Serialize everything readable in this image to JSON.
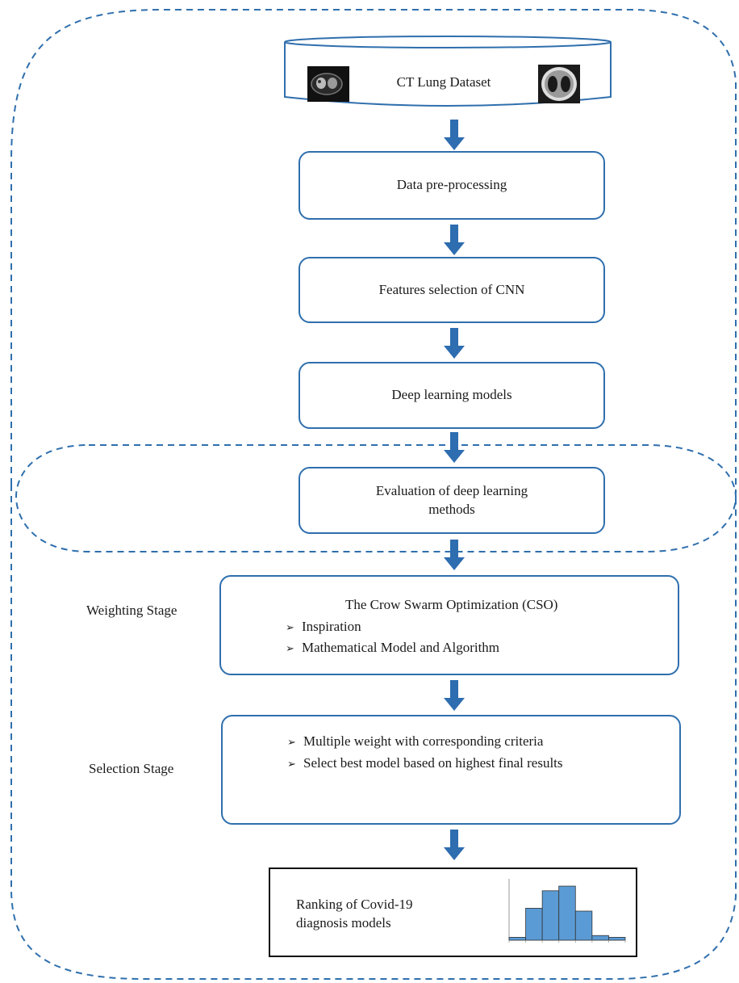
{
  "dataset": {
    "label": "CT Lung Dataset",
    "thumb_left_icon": "ct-scan-thumbnail-icon",
    "thumb_right_icon": "ct-lung-thumbnail-icon"
  },
  "steps": {
    "preprocessing": "Data pre-processing",
    "features": "Features selection of CNN",
    "deep_learning": "Deep learning models",
    "evaluation_line1": "Evaluation of deep learning",
    "evaluation_line2": "methods"
  },
  "weighting": {
    "stage_label": "Weighting Stage",
    "title": "The Crow Swarm Optimization (CSO)",
    "bullets": [
      "Inspiration",
      "Mathematical Model and Algorithm"
    ]
  },
  "selection": {
    "stage_label": "Selection Stage",
    "bullets": [
      "Multiple weight with corresponding criteria",
      "Select best model based on highest final results"
    ]
  },
  "ranking": {
    "line1": "Ranking of Covid-19",
    "line2": "diagnosis models",
    "histogram_icon": "histogram-chart-icon",
    "histogram_values": [
      0.05,
      0.55,
      0.85,
      0.93,
      0.5,
      0.08,
      0.05
    ]
  },
  "colors": {
    "accent": "#2f6fad",
    "arrow": "#2e6db0",
    "histogram_fill": "#5b9bd5"
  }
}
